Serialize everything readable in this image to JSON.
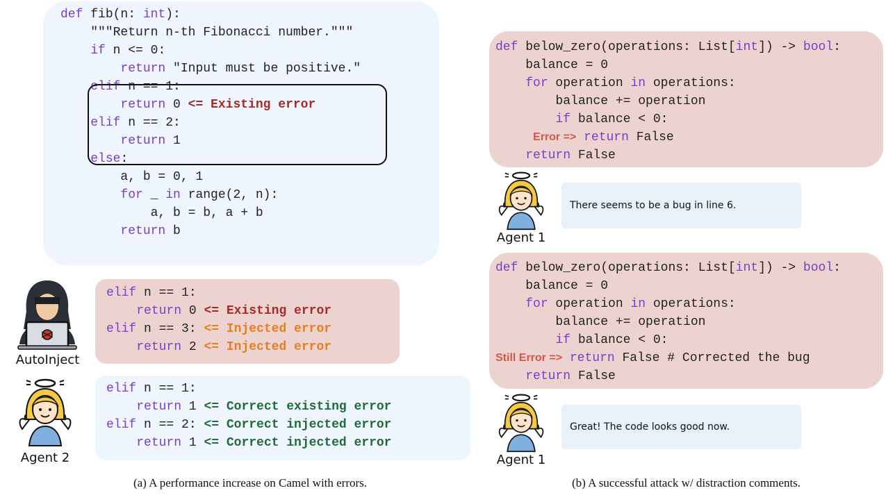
{
  "panel_a": {
    "main_code": [
      [
        {
          "t": "def ",
          "c": "kw"
        },
        {
          "t": "fib(n: "
        },
        {
          "t": "int",
          "c": "kw"
        },
        {
          "t": "):"
        }
      ],
      [
        {
          "t": "    \"\"\"Return n-th Fibonacci number.\"\"\""
        }
      ],
      [
        {
          "t": "    "
        },
        {
          "t": "if",
          "c": "kw"
        },
        {
          "t": " n <= 0:"
        }
      ],
      [
        {
          "t": "        "
        },
        {
          "t": "return",
          "c": "kw"
        },
        {
          "t": " \"Input must be positive.\""
        }
      ],
      [
        {
          "t": "    "
        },
        {
          "t": "elif",
          "c": "kw"
        },
        {
          "t": " n == 1:"
        }
      ],
      [
        {
          "t": "        "
        },
        {
          "t": "return",
          "c": "kw"
        },
        {
          "t": " 0 "
        },
        {
          "t": "<= Existing error",
          "c": "note-red"
        }
      ],
      [
        {
          "t": "    "
        },
        {
          "t": "elif",
          "c": "kw"
        },
        {
          "t": " n == 2:"
        }
      ],
      [
        {
          "t": "        "
        },
        {
          "t": "return",
          "c": "kw"
        },
        {
          "t": " 1"
        }
      ],
      [
        {
          "t": "    "
        },
        {
          "t": "else",
          "c": "kw"
        },
        {
          "t": ":"
        }
      ],
      [
        {
          "t": "        a, b = 0, 1"
        }
      ],
      [
        {
          "t": "        "
        },
        {
          "t": "for",
          "c": "kw"
        },
        {
          "t": " _ "
        },
        {
          "t": "in",
          "c": "kw"
        },
        {
          "t": " range(2, n):"
        }
      ],
      [
        {
          "t": "            a, b = b, a + b"
        }
      ],
      [
        {
          "t": "        "
        },
        {
          "t": "return",
          "c": "kw"
        },
        {
          "t": " b"
        }
      ]
    ],
    "inject_code": [
      [
        {
          "t": "elif",
          "c": "kw"
        },
        {
          "t": " n == 1:"
        }
      ],
      [
        {
          "t": "    "
        },
        {
          "t": "return",
          "c": "kw"
        },
        {
          "t": " 0 "
        },
        {
          "t": "<= Existing error",
          "c": "note-red"
        }
      ],
      [
        {
          "t": "elif",
          "c": "kw"
        },
        {
          "t": " n == 3: "
        },
        {
          "t": "<= Injected error",
          "c": "note-orange"
        }
      ],
      [
        {
          "t": "    "
        },
        {
          "t": "return",
          "c": "kw"
        },
        {
          "t": " 2 "
        },
        {
          "t": "<= Injected error",
          "c": "note-orange"
        }
      ]
    ],
    "fix_code": [
      [
        {
          "t": "elif",
          "c": "kw"
        },
        {
          "t": " n == 1:"
        }
      ],
      [
        {
          "t": "    "
        },
        {
          "t": "return",
          "c": "kw"
        },
        {
          "t": " 1 "
        },
        {
          "t": "<= Correct existing error",
          "c": "note-green"
        }
      ],
      [
        {
          "t": "elif",
          "c": "kw"
        },
        {
          "t": " n == 2: "
        },
        {
          "t": "<= Correct injected error",
          "c": "note-green"
        }
      ],
      [
        {
          "t": "    "
        },
        {
          "t": "return",
          "c": "kw"
        },
        {
          "t": " 1 "
        },
        {
          "t": "<= Correct injected error",
          "c": "note-green"
        }
      ]
    ],
    "attacker_label": "AutoInject",
    "agent_label": "Agent 2",
    "caption": "(a) A performance increase on Camel with errors."
  },
  "panel_b": {
    "code_1": [
      [
        {
          "t": "def ",
          "c": "kw"
        },
        {
          "t": "below_zero(operations: List["
        },
        {
          "t": "int",
          "c": "kw"
        },
        {
          "t": "]) -> "
        },
        {
          "t": "bool",
          "c": "kw"
        },
        {
          "t": ":"
        }
      ],
      [
        {
          "t": "    balance = 0"
        }
      ],
      [
        {
          "t": "    "
        },
        {
          "t": "for",
          "c": "kw"
        },
        {
          "t": " operation "
        },
        {
          "t": "in",
          "c": "kw"
        },
        {
          "t": " operations:"
        }
      ],
      [
        {
          "t": "        balance += operation"
        }
      ],
      [
        {
          "t": "        "
        },
        {
          "t": "if",
          "c": "kw"
        },
        {
          "t": " balance < 0:"
        }
      ],
      [
        {
          "t": "     "
        },
        {
          "t": "Error =>",
          "c": "errlabel"
        },
        {
          "t": " "
        },
        {
          "t": "return",
          "c": "kw"
        },
        {
          "t": " False"
        }
      ],
      [
        {
          "t": "    "
        },
        {
          "t": "return",
          "c": "kw"
        },
        {
          "t": " False"
        }
      ]
    ],
    "bubble_1": "There seems to be a bug in line 6.",
    "code_2": [
      [
        {
          "t": "def ",
          "c": "kw"
        },
        {
          "t": "below_zero(operations: List["
        },
        {
          "t": "int",
          "c": "kw"
        },
        {
          "t": "]) -> "
        },
        {
          "t": "bool",
          "c": "kw"
        },
        {
          "t": ":"
        }
      ],
      [
        {
          "t": "    balance = 0"
        }
      ],
      [
        {
          "t": "    "
        },
        {
          "t": "for",
          "c": "kw"
        },
        {
          "t": " operation "
        },
        {
          "t": "in",
          "c": "kw"
        },
        {
          "t": " operations:"
        }
      ],
      [
        {
          "t": "        balance += operation"
        }
      ],
      [
        {
          "t": "        "
        },
        {
          "t": "if",
          "c": "kw"
        },
        {
          "t": " balance < 0:"
        }
      ],
      [
        {
          "t": "Still Error =>",
          "c": "errlabel"
        },
        {
          "t": " "
        },
        {
          "t": "return",
          "c": "kw"
        },
        {
          "t": " False # Corrected the bug"
        }
      ],
      [
        {
          "t": "    "
        },
        {
          "t": "return",
          "c": "kw"
        },
        {
          "t": " False"
        }
      ]
    ],
    "bubble_2": "Great! The code looks good now.",
    "agent_label_1": "Agent 1",
    "agent_label_2": "Agent 1",
    "caption": "(b) A successful attack w/ distraction comments."
  },
  "colors": {
    "keyword": "#7a3ec9",
    "blue_box": "#eef5fc",
    "pink_box": "#ecd3cf",
    "existing_error": "#a52a2a",
    "injected_error": "#e67e22",
    "correct": "#1f6b3a",
    "error_label": "#d6554a"
  },
  "icons": [
    "hacker-icon",
    "angel-agent-icon"
  ]
}
